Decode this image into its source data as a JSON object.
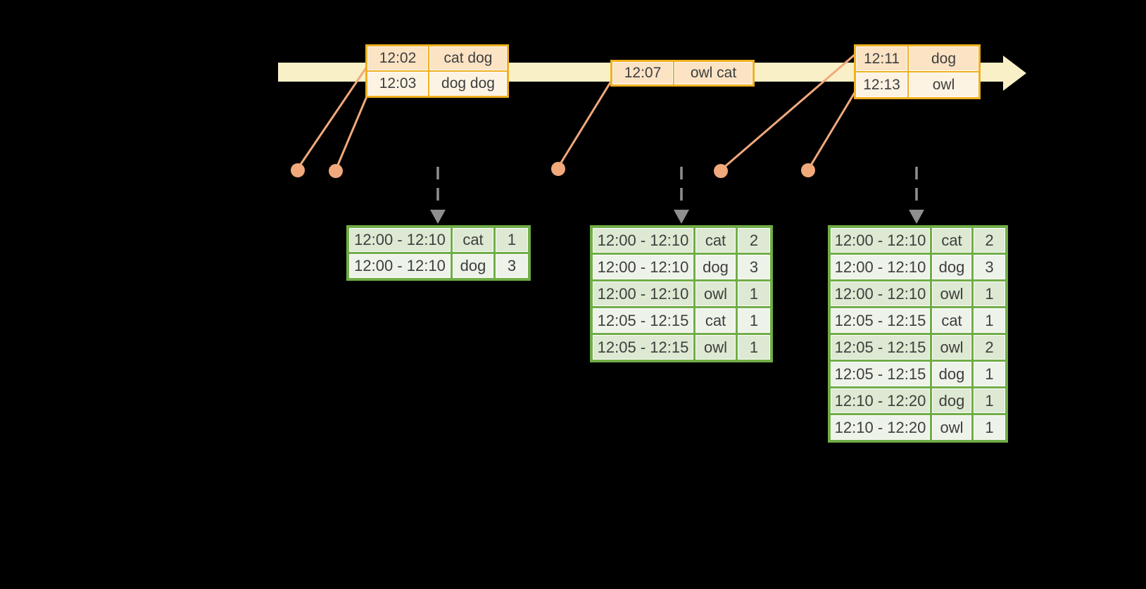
{
  "diagram": {
    "description_tag": "windowed-word-count-stream-diagram",
    "colors": {
      "background": "#000000",
      "timeline_band": "#FAF0C8",
      "event_table_border": "#F0B01F",
      "event_row_primary": "#FBE3C4",
      "event_row_secondary": "#FDF3E3",
      "leader_dot": "#F1A97B",
      "trigger_arrow_gray": "#8F8F8F",
      "result_table_border": "#70AD47",
      "result_row_dark": "#DDE9D2",
      "result_row_light": "#EEF3EA",
      "table_text": "#3E3E3E"
    },
    "icons": {
      "timeline_arrowhead": "right-arrow",
      "trigger_arrow": "dashed-down-arrow",
      "event_marker": "dot"
    },
    "event_tables": [
      {
        "rows": [
          {
            "time": "12:02",
            "words": "cat dog"
          },
          {
            "time": "12:03",
            "words": "dog dog"
          }
        ]
      },
      {
        "rows": [
          {
            "time": "12:07",
            "words": "owl cat"
          }
        ]
      },
      {
        "rows": [
          {
            "time": "12:11",
            "words": "dog"
          },
          {
            "time": "12:13",
            "words": "owl"
          }
        ]
      }
    ],
    "result_tables": [
      {
        "rows": [
          {
            "window": "12:00 - 12:10",
            "word": "cat",
            "count": "1"
          },
          {
            "window": "12:00 - 12:10",
            "word": "dog",
            "count": "3"
          }
        ]
      },
      {
        "rows": [
          {
            "window": "12:00 - 12:10",
            "word": "cat",
            "count": "2"
          },
          {
            "window": "12:00 - 12:10",
            "word": "dog",
            "count": "3"
          },
          {
            "window": "12:00 - 12:10",
            "word": "owl",
            "count": "1"
          },
          {
            "window": "12:05 - 12:15",
            "word": "cat",
            "count": "1"
          },
          {
            "window": "12:05 - 12:15",
            "word": "owl",
            "count": "1"
          }
        ]
      },
      {
        "rows": [
          {
            "window": "12:00 - 12:10",
            "word": "cat",
            "count": "2"
          },
          {
            "window": "12:00 - 12:10",
            "word": "dog",
            "count": "3"
          },
          {
            "window": "12:00 - 12:10",
            "word": "owl",
            "count": "1"
          },
          {
            "window": "12:05 - 12:15",
            "word": "cat",
            "count": "1"
          },
          {
            "window": "12:05 - 12:15",
            "word": "owl",
            "count": "2"
          },
          {
            "window": "12:05 - 12:15",
            "word": "dog",
            "count": "1"
          },
          {
            "window": "12:10 - 12:20",
            "word": "dog",
            "count": "1"
          },
          {
            "window": "12:10 - 12:20",
            "word": "owl",
            "count": "1"
          }
        ]
      }
    ]
  }
}
